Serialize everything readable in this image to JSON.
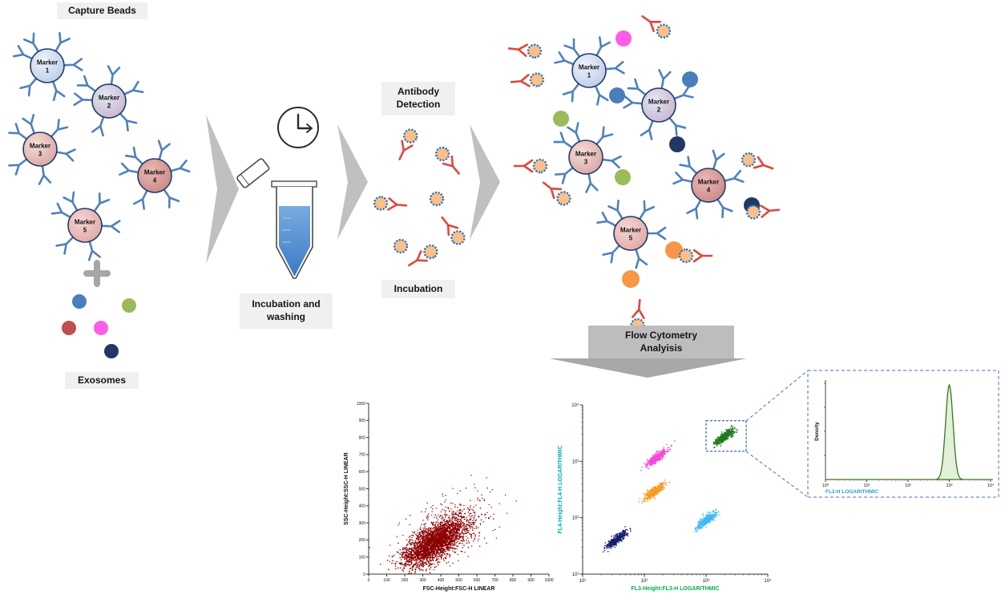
{
  "labels": {
    "capture_beads": "Capture Beads",
    "exosomes": "Exosomes",
    "incubation_washing_line1": "Incubation and",
    "incubation_washing_line2": "washing",
    "antibody_detection_line1": "Antibody",
    "antibody_detection_line2": "Detection",
    "incubation": "Incubation",
    "flow_cytometry_line1": "Flow Cytometry",
    "flow_cytometry_line2": "Analyisis"
  },
  "beads": [
    {
      "label": "Marker",
      "num": "1"
    },
    {
      "label": "Marker",
      "num": "2"
    },
    {
      "label": "Marker",
      "num": "3"
    },
    {
      "label": "Marker",
      "num": "4"
    },
    {
      "label": "Marker",
      "num": "5"
    }
  ],
  "palette": {
    "capture_antibody": "#4f81bd",
    "detection_antibody": "#e0473d",
    "vesicle_fill": "#fbc08a",
    "vesicle_ring": "#2e75b6",
    "exosome_blue": "#4a7ebb",
    "exosome_green": "#9bbb59",
    "exosome_red": "#c0504d",
    "exosome_magenta": "#ff5ce8",
    "exosome_navy": "#1f3864",
    "exosome_orange": "#f79646",
    "arrow_gray": "#c0c0c0",
    "label_bg": "#f0f0f0",
    "gate_dash_blue": "#2e5fa3"
  },
  "icons": {
    "clock": "clock-icon",
    "tube": "microcentrifuge-tube-icon",
    "plus": "plus-icon",
    "arrow_right": "arrow-right-icon",
    "arrow_down": "arrow-down-icon"
  },
  "chart_data": [
    {
      "type": "scatter",
      "name": "fsc-ssc",
      "xlabel": "FSC-Height:FSC-H LINEAR",
      "ylabel": "SSC-Height:SSC-H LINEAR",
      "scale": "linear",
      "xlim": [
        0,
        1000
      ],
      "ylim": [
        0,
        1000
      ],
      "tick_labels": [
        "0",
        "100",
        "200",
        "300",
        "400",
        "500",
        "600",
        "700",
        "800",
        "900",
        "1000"
      ],
      "grid": false,
      "legend": "none",
      "seed": 7,
      "series": [
        {
          "name": "events-core",
          "color": "#8b0000",
          "n": 2400,
          "center": [
            365,
            185
          ],
          "sigma": [
            105,
            42
          ],
          "angle_deg": 36,
          "size": 1.5
        },
        {
          "name": "events-halo",
          "color": "#8b0000",
          "n": 500,
          "center": [
            420,
            245
          ],
          "sigma": [
            150,
            80
          ],
          "angle_deg": 38,
          "size": 1.3
        }
      ]
    },
    {
      "type": "scatter",
      "name": "fl3-fl4",
      "xlabel": "FL3-Height:FL3-H LOGARITHMIC",
      "ylabel": "FL4-Height:FL4-H LOGARITHMIC",
      "xlabel_color": "#00b050",
      "ylabel_color": "#00b0b8",
      "scale": "log",
      "xlim_log": [
        1,
        4
      ],
      "ylim_log": [
        1,
        4
      ],
      "decade_labels": [
        "10¹",
        "10²",
        "10³",
        "10⁴"
      ],
      "grid": false,
      "legend": "none",
      "seed": 13,
      "series": [
        {
          "name": "population-navy",
          "color": "#161c6b",
          "n": 400,
          "center": [
            1.56,
            1.62
          ],
          "sigma": [
            0.11,
            0.03
          ],
          "angle_deg": 42,
          "size": 1.5
        },
        {
          "name": "population-orange",
          "color": "#f59b22",
          "n": 400,
          "center": [
            2.17,
            2.47
          ],
          "sigma": [
            0.11,
            0.03
          ],
          "angle_deg": 42,
          "size": 1.5
        },
        {
          "name": "population-magenta",
          "color": "#f24ad4",
          "n": 400,
          "center": [
            2.2,
            3.07
          ],
          "sigma": [
            0.11,
            0.03
          ],
          "angle_deg": 42,
          "size": 1.5
        },
        {
          "name": "population-lightblue",
          "color": "#3fb9f5",
          "n": 400,
          "center": [
            3.0,
            1.95
          ],
          "sigma": [
            0.1,
            0.03
          ],
          "angle_deg": 42,
          "size": 1.5
        },
        {
          "name": "population-green",
          "color": "#1d7a1d",
          "n": 400,
          "center": [
            3.3,
            3.44
          ],
          "sigma": [
            0.1,
            0.03
          ],
          "angle_deg": 42,
          "size": 1.5
        }
      ],
      "gate_box_log": [
        [
          3.0,
          3.18
        ],
        [
          3.65,
          3.72
        ]
      ]
    },
    {
      "type": "histogram",
      "name": "fl2-density",
      "xlabel": "FL2-H LOGARITHMIC",
      "ylabel": "Density",
      "xlabel_color": "#2b9bd7",
      "xlim_log": [
        0,
        4
      ],
      "xtick_labels": [
        "10⁰",
        "10¹",
        "10²",
        "10³",
        "10⁴"
      ],
      "grid": false,
      "peak": {
        "center": 3.0,
        "sigma": 0.09,
        "color_fill": "#e2f0d9",
        "color_stroke": "#38761d"
      }
    }
  ]
}
